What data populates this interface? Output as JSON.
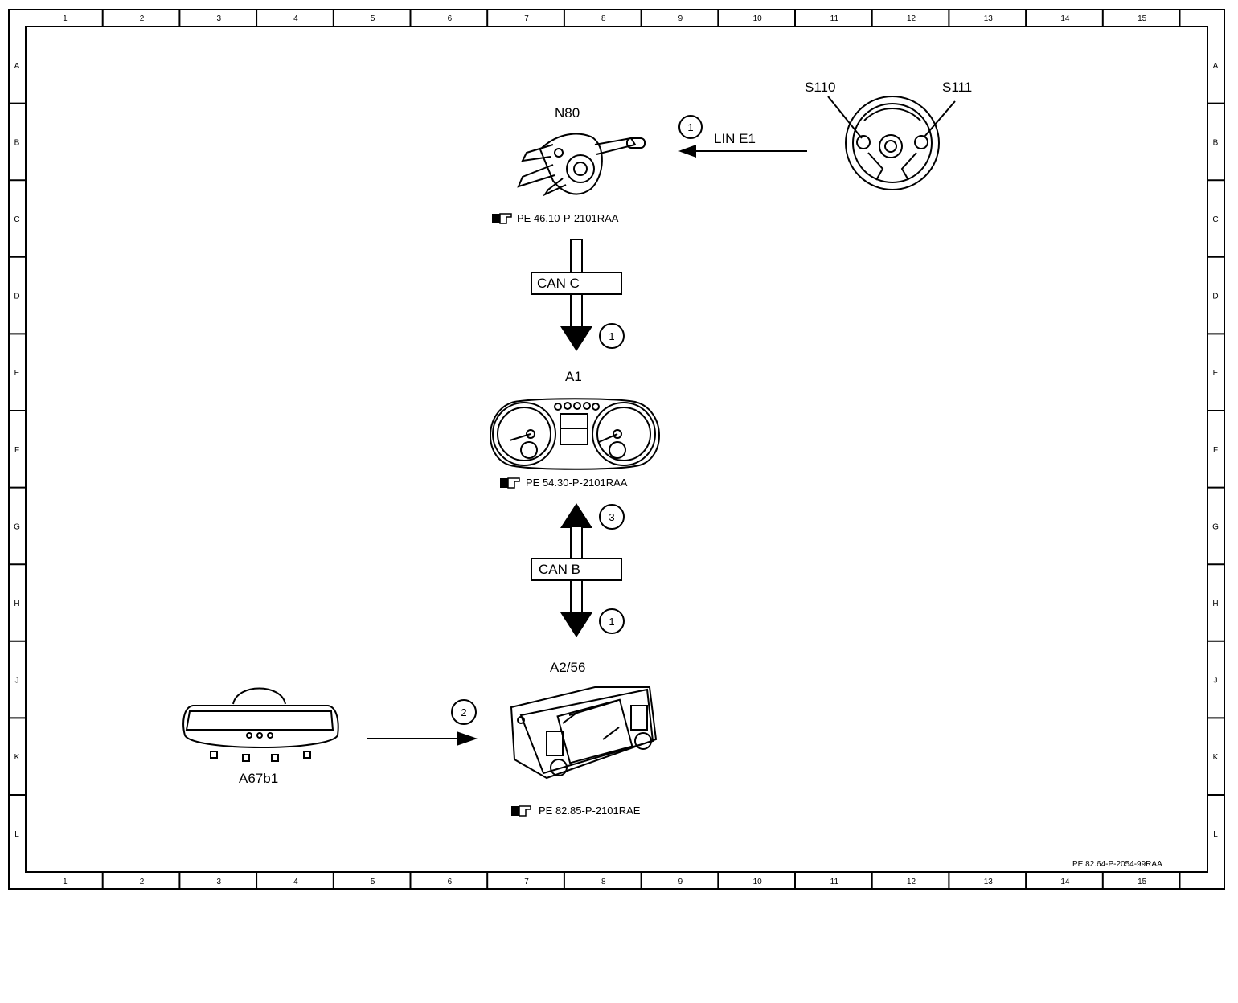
{
  "frame": {
    "columns": [
      "1",
      "2",
      "3",
      "4",
      "5",
      "6",
      "7",
      "8",
      "9",
      "10",
      "11",
      "12",
      "13",
      "14",
      "15"
    ],
    "rows": [
      "A",
      "B",
      "C",
      "D",
      "E",
      "F",
      "G",
      "H",
      "J",
      "K",
      "L"
    ]
  },
  "components": {
    "n80": {
      "label": "N80",
      "ref": "PE 46.10-P-2101RAA"
    },
    "s110": {
      "label": "S110"
    },
    "s111": {
      "label": "S111"
    },
    "a1": {
      "label": "A1",
      "ref": "PE 54.30-P-2101RAA"
    },
    "a2_56": {
      "label": "A2/56",
      "ref": "PE 82.85-P-2101RAE"
    },
    "a67b1": {
      "label": "A67b1"
    }
  },
  "signals": {
    "lin": {
      "label": "LIN E1",
      "number": "1"
    },
    "can_c": {
      "label": "CAN C",
      "number": "1"
    },
    "can_b_up": {
      "number": "3"
    },
    "can_b": {
      "label": "CAN B",
      "number": "1"
    },
    "mirror_to_radio": {
      "number": "2"
    }
  },
  "doc_id": "PE 82.64-P-2054-99RAA"
}
